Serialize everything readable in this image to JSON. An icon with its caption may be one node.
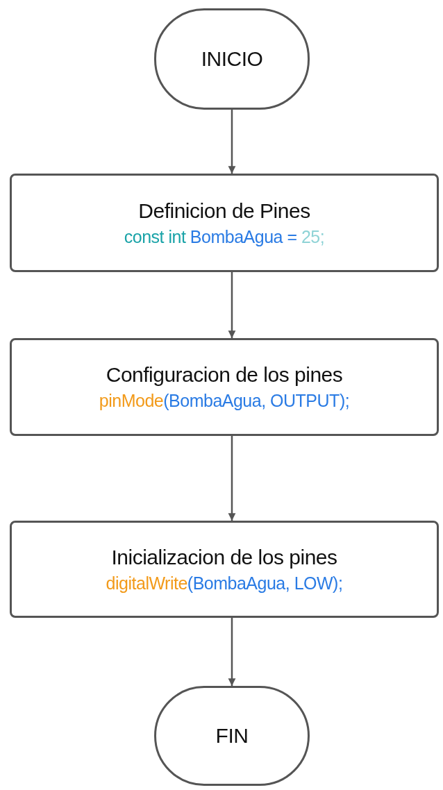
{
  "diagram": {
    "nodes": [
      {
        "text": [
          "INICIO"
        ]
      },
      {
        "text": [
          "Definicion de Pines",
          "const int BombaAgua = 25;"
        ]
      },
      {
        "text": [
          "Configuracion de los pines",
          "pinMode(BombaAgua, OUTPUT);"
        ]
      },
      {
        "text": [
          "Inicializacion de los pines",
          "digitalWrite(BombaAgua, LOW);"
        ]
      },
      {
        "text": [
          "FIN"
        ]
      }
    ],
    "edges": [
      {
        "from": 0,
        "to": 1,
        "arrow": "to"
      },
      {
        "from": 1,
        "to": 2,
        "arrow": "to"
      },
      {
        "from": 2,
        "to": 3,
        "arrow": "to"
      },
      {
        "from": 3,
        "to": 4,
        "arrow": "to"
      }
    ]
  }
}
